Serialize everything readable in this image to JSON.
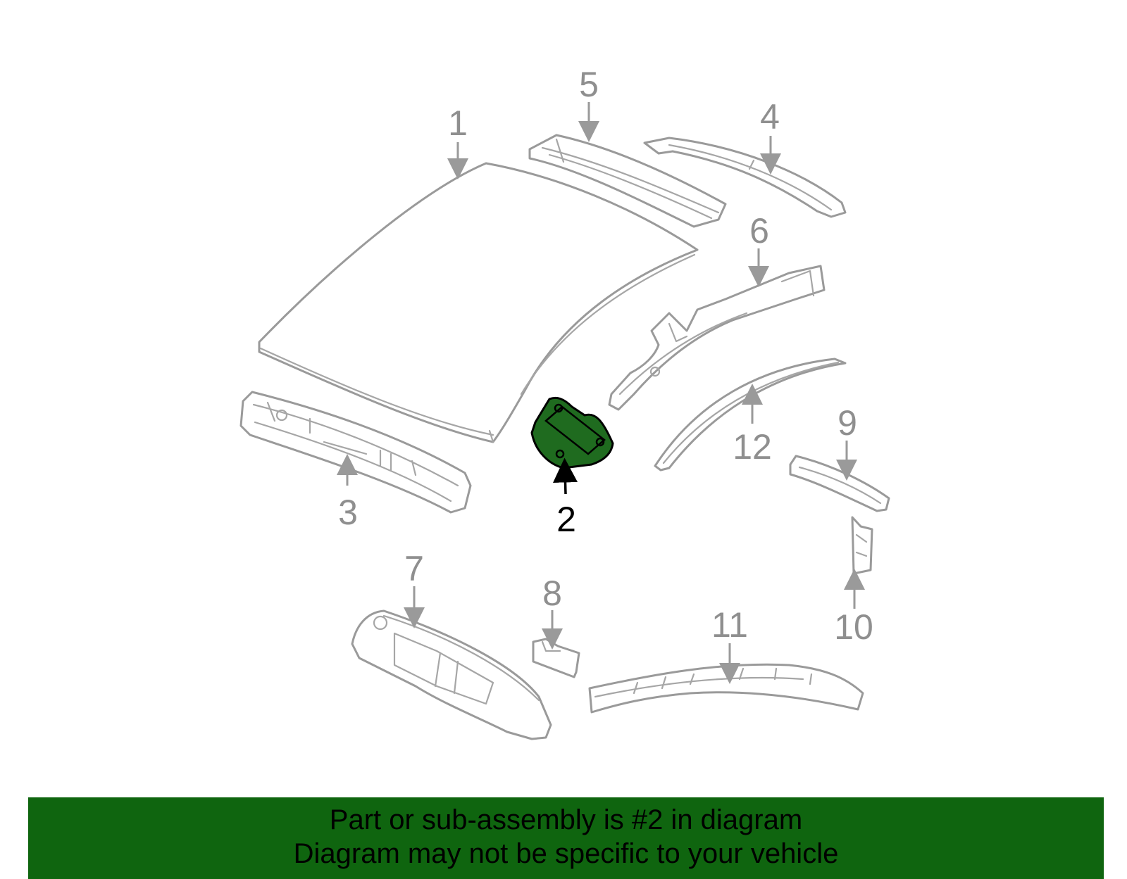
{
  "diagram": {
    "highlighted_part": "2",
    "callouts": [
      "1",
      "2",
      "3",
      "4",
      "5",
      "6",
      "7",
      "8",
      "9",
      "10",
      "11",
      "12"
    ],
    "colors": {
      "line": "#9a9a9a",
      "highlight_fill": "#1f6b1f",
      "banner_bg": "#0f650f",
      "text_highlight": "#000000"
    }
  },
  "banner": {
    "line1": "Part or sub-assembly is #2 in diagram",
    "line2": "Diagram may not be specific to your vehicle"
  }
}
